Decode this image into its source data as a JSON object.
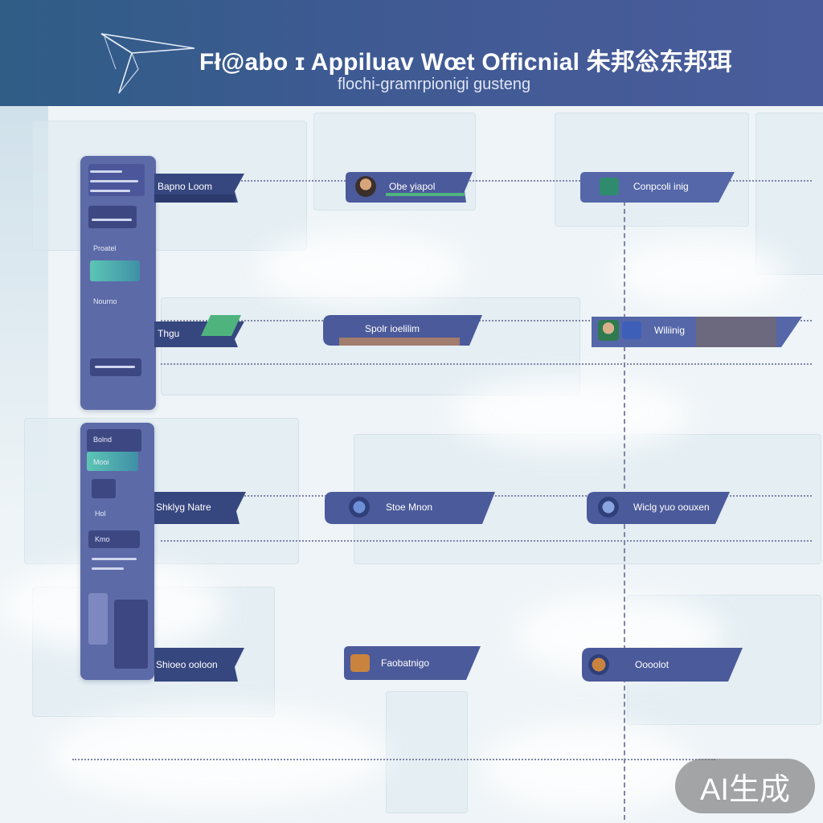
{
  "header": {
    "title": "Fł@abo ɪ Appiluav Wœt Officnial 朱邦忩东邦珥",
    "subtitle": "flochi-gramrpionigi gusteng"
  },
  "sidebar_top": {
    "items": [
      "Proatel",
      "Nourno"
    ]
  },
  "sidebar_bottom": {
    "items": [
      "Bolnd",
      "Mooi",
      "Hol",
      "Kmo"
    ]
  },
  "rows": [
    {
      "left": "Bapno Loom",
      "middle": "Obe yiapol",
      "right": "Conpcoli inig"
    },
    {
      "left": "Thgu",
      "middle": "Spolr ioelilim",
      "right": "Wiliinig"
    },
    {
      "left": "Shklyg Natre",
      "middle": "Stoe Mnon",
      "right": "Wiclg yuo oouxen"
    },
    {
      "left": "Shioeo ooloon",
      "middle": "Faobatnigo",
      "right": "Oooolot"
    }
  ],
  "badge": {
    "label": "AI生成"
  },
  "colors": {
    "header_start": "#2f5d86",
    "header_end": "#4a5c9c",
    "tag_blue": "#3a4a88",
    "sidebar": "#5d6aa8",
    "accent_teal": "#5cc6b5"
  },
  "icons": [
    "paper-plane-icon",
    "person-avatar-icon",
    "folder-icon",
    "globe-icon",
    "photo-icon"
  ]
}
